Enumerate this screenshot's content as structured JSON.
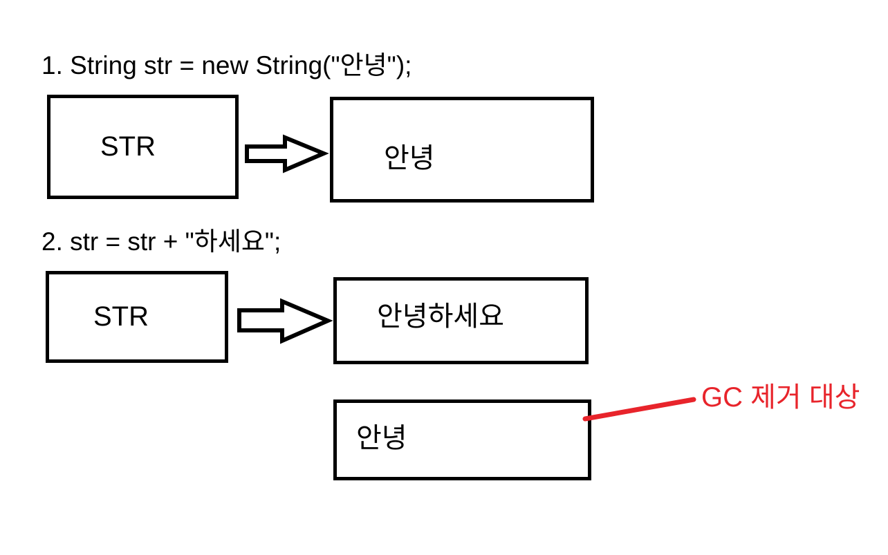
{
  "page": {
    "background": "#ffffff"
  },
  "colors": {
    "ink": "#000000",
    "box_fill": "#ffffff",
    "annotation_red": "#e8242b"
  },
  "icons": {
    "arrow1": "right-arrow-icon",
    "arrow2": "right-arrow-icon",
    "leader": "gc-leader-line"
  },
  "step1": {
    "label": "1. String str = new String(\"안녕\");",
    "reference_box": "STR",
    "object_box": "안녕"
  },
  "step2": {
    "label": "2. str = str + \"하세요\";",
    "reference_box": "STR",
    "object_box": "안녕하세요",
    "orphan_box": "안녕",
    "gc_annotation": "GC 제거 대상"
  }
}
